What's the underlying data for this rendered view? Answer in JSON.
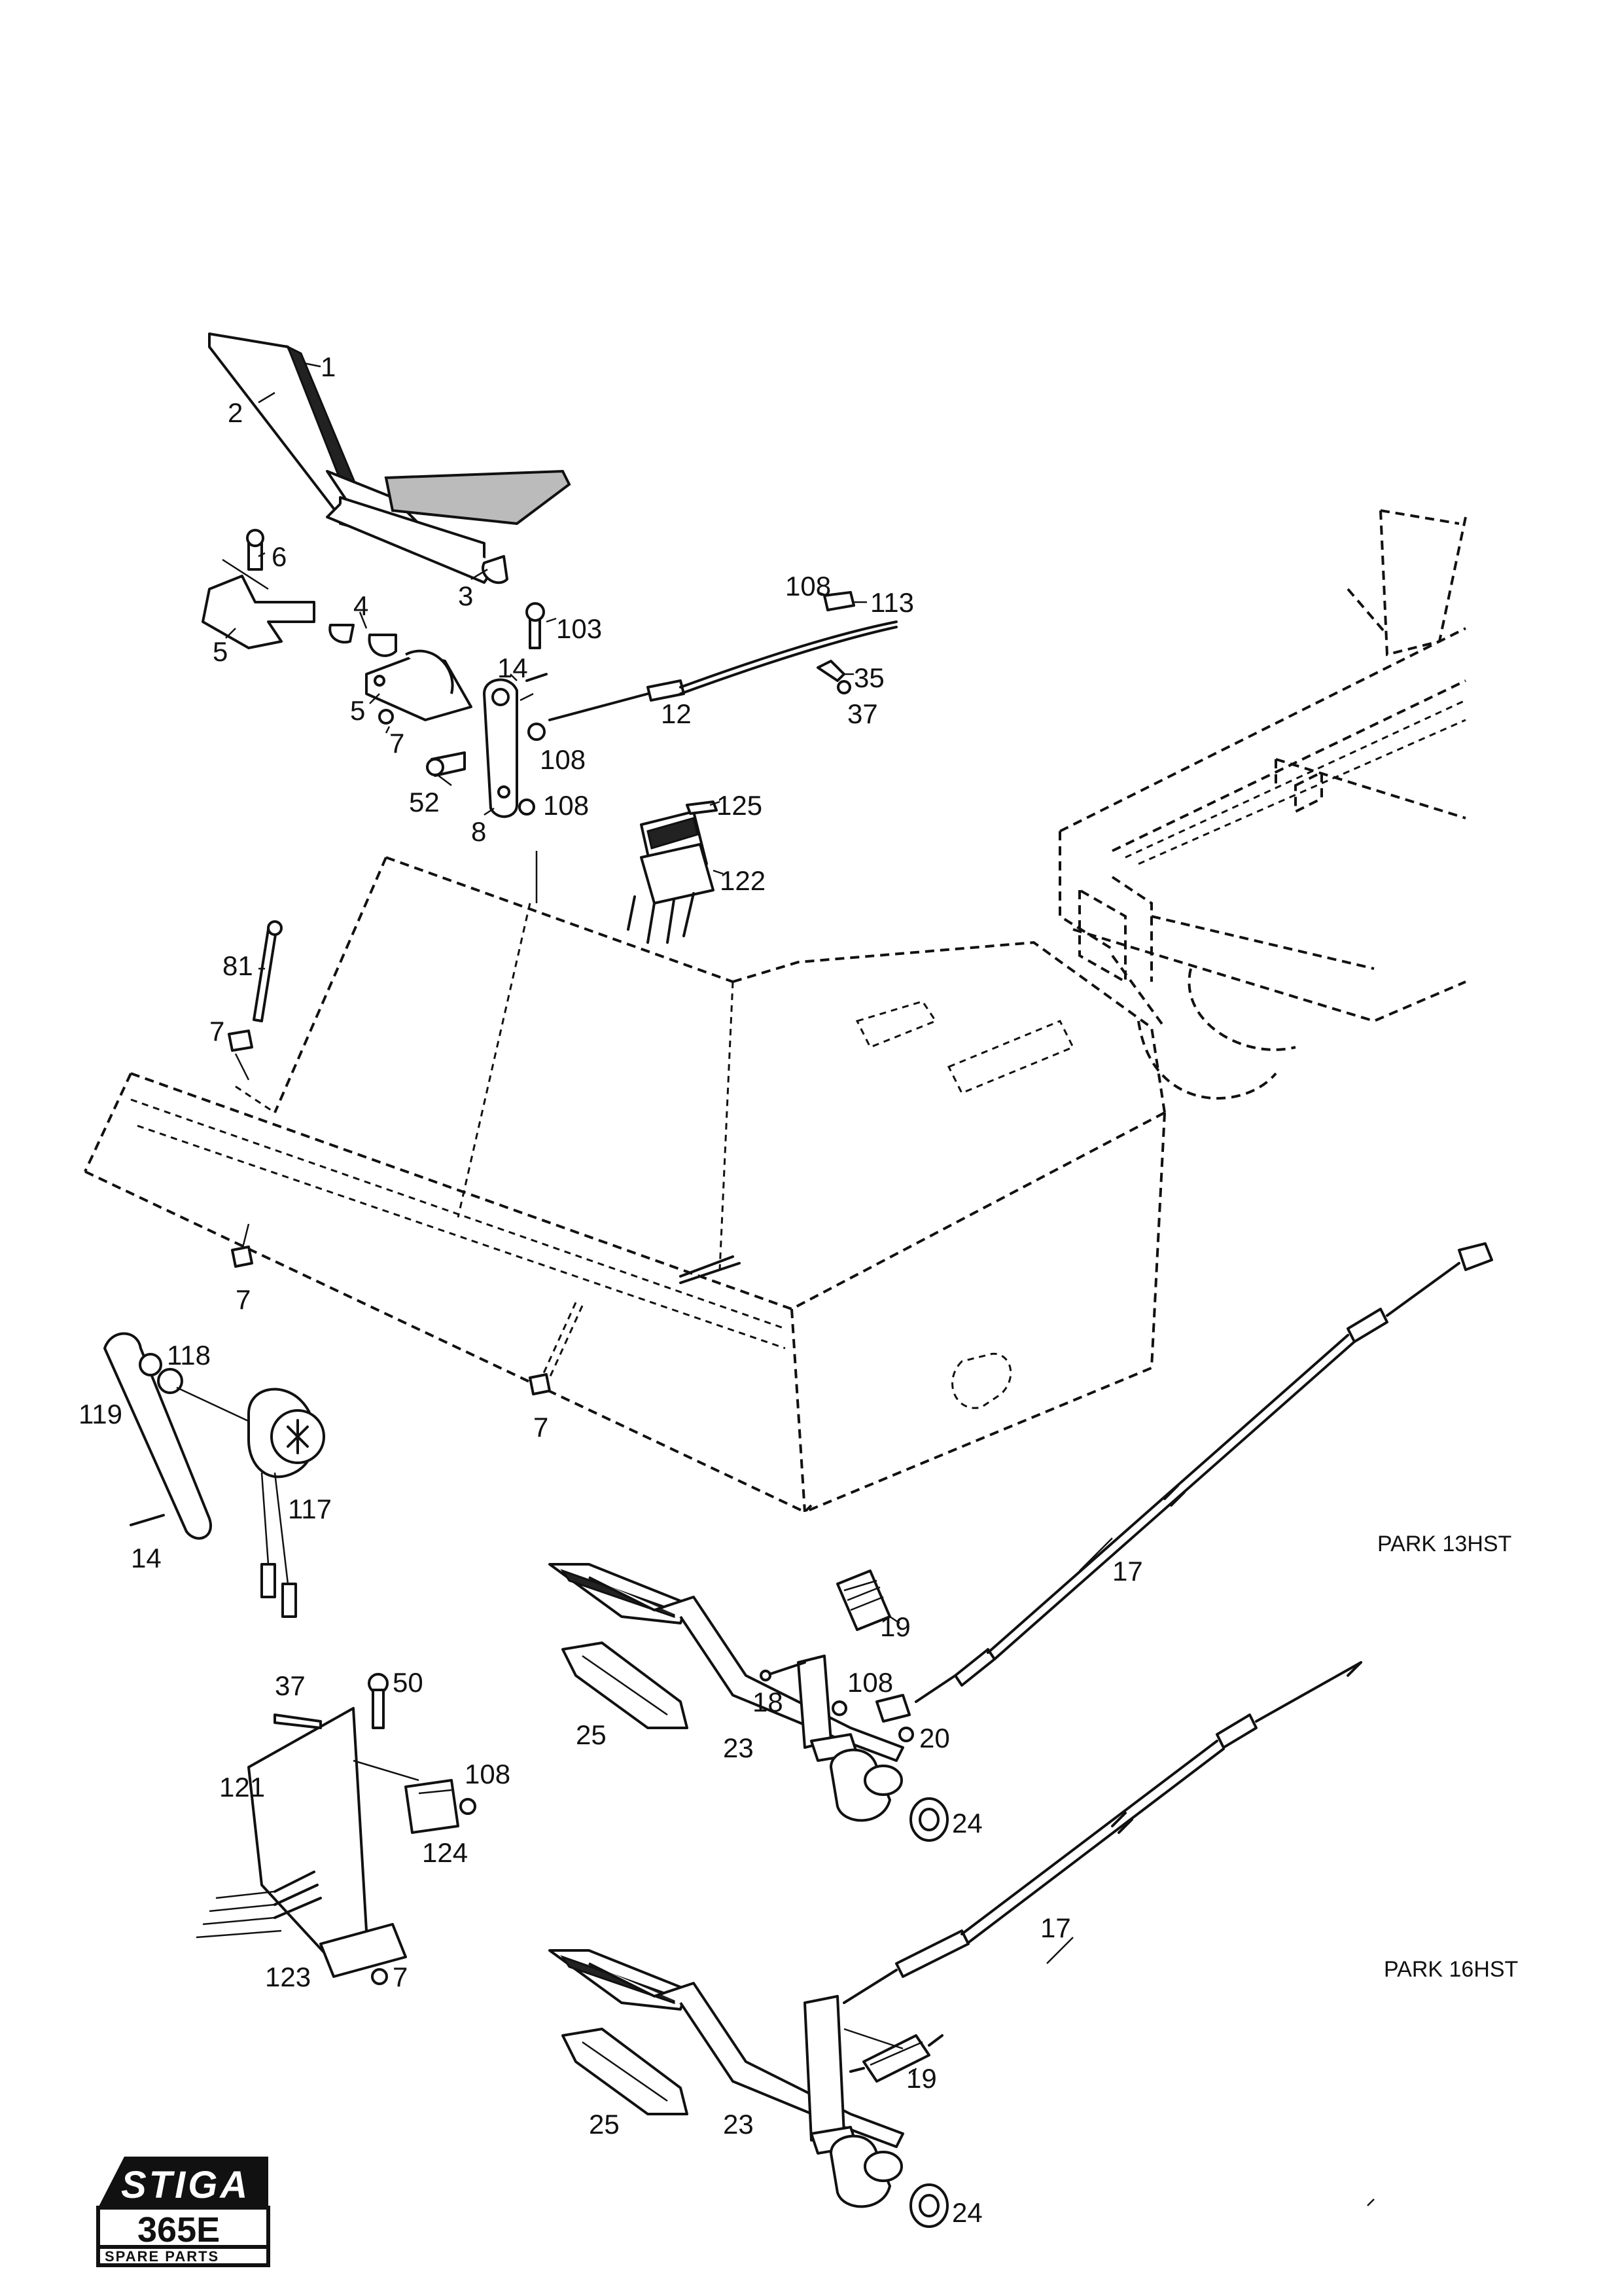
{
  "brand": {
    "name": "STIGA",
    "model_code": "365E",
    "subtitle": "SPARE PARTS"
  },
  "models": {
    "upper": "PARK 13HST",
    "lower": "PARK 16HST"
  },
  "parts": {
    "p1": "1",
    "p2": "2",
    "p3": "3",
    "p4": "4",
    "p5a": "5",
    "p5b": "5",
    "p6": "6",
    "p7a": "7",
    "p7b": "7",
    "p7c": "7",
    "p7d": "7",
    "p7e": "7",
    "p8": "8",
    "p12": "12",
    "p14a": "14",
    "p14b": "14",
    "p17a": "17",
    "p17b": "17",
    "p18": "18",
    "p19a": "19",
    "p19b": "19",
    "p20": "20",
    "p23a": "23",
    "p23b": "23",
    "p24a": "24",
    "p24b": "24",
    "p25a": "25",
    "p25b": "25",
    "p35": "35",
    "p37a": "37",
    "p37b": "37",
    "p50": "50",
    "p52": "52",
    "p81": "81",
    "p103": "103",
    "p108a": "108",
    "p108b": "108",
    "p108c": "108",
    "p108d": "108",
    "p108e": "108",
    "p113": "113",
    "p117": "117",
    "p118": "118",
    "p119": "119",
    "p121": "121",
    "p122": "122",
    "p123": "123",
    "p124": "124",
    "p125": "125"
  }
}
